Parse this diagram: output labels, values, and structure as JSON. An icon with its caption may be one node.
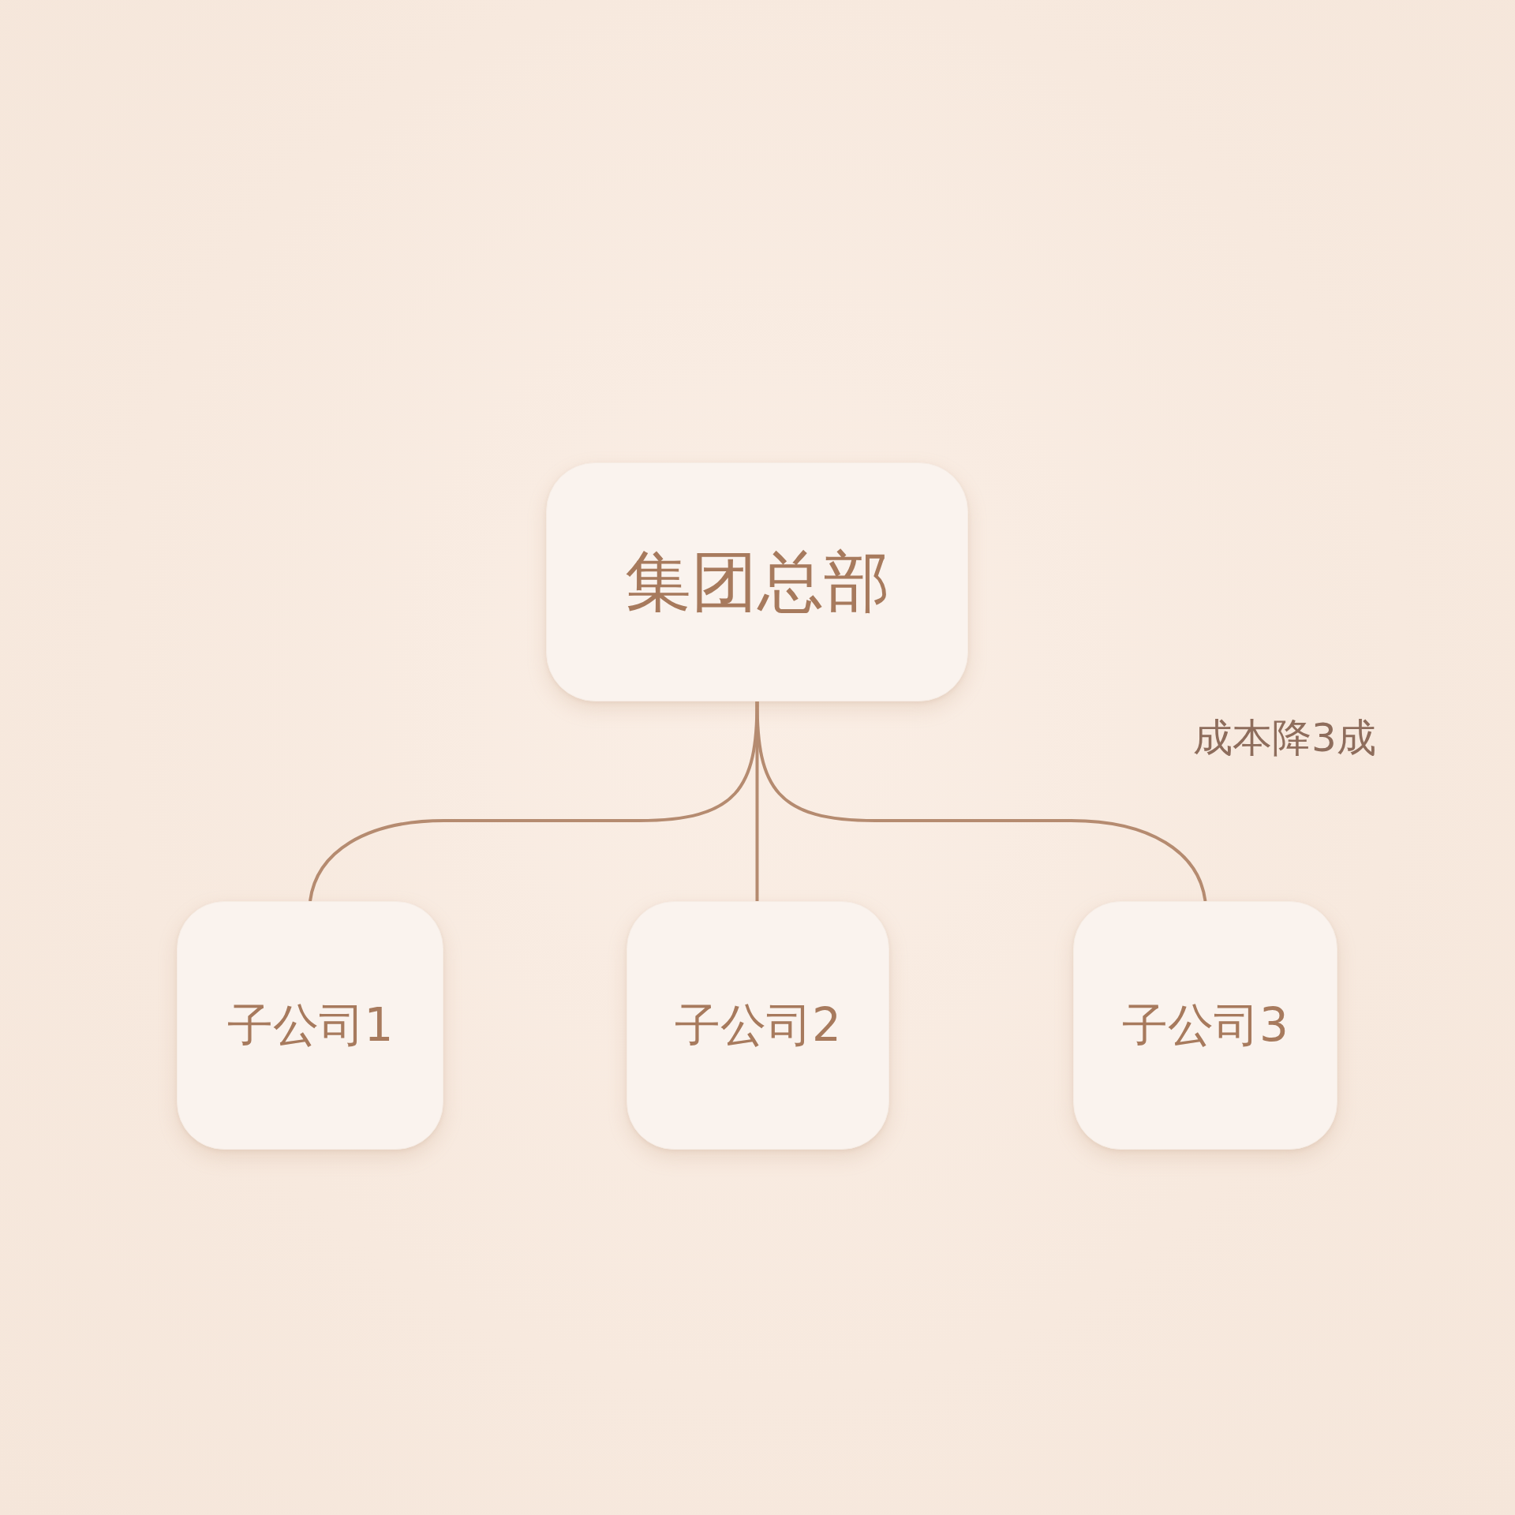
{
  "diagram": {
    "nodes": [
      {
        "text": [
          "集团总部"
        ]
      },
      {
        "text": [
          "子公司1"
        ]
      },
      {
        "text": [
          "子公司2"
        ]
      },
      {
        "text": [
          "子公司3"
        ]
      }
    ],
    "edges": [
      {
        "from": 0,
        "to": 1,
        "arrow": "none"
      },
      {
        "from": 0,
        "to": 2,
        "arrow": "none"
      },
      {
        "from": 0,
        "to": 3,
        "arrow": "none"
      }
    ],
    "labels": [
      "成本降3成"
    ]
  }
}
